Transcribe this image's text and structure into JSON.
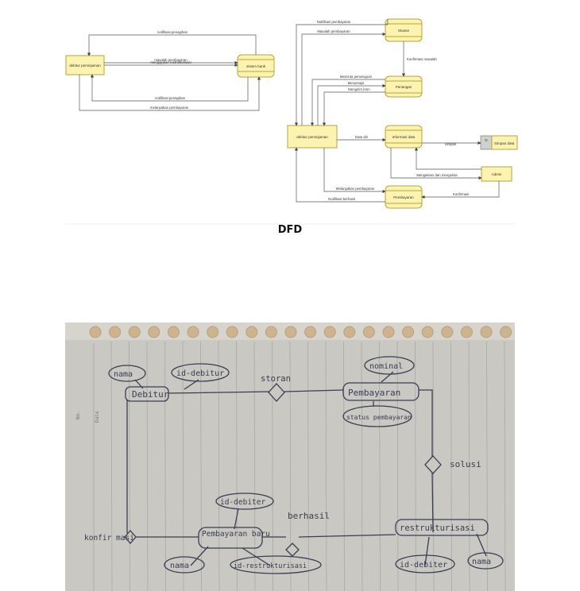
{
  "dfd_left": {
    "entity": "debitur peminjaman",
    "store": "sistem bank",
    "flows": {
      "top": "notifikasi penagihan",
      "mid_top": "masalah pembayaran",
      "mid_bottom": "mengajukan restrukturisasi",
      "bottom1": "notifikasi penagihan",
      "bottom2": "melanjutkan pembayaran"
    }
  },
  "dfd_right": {
    "entity": "debitur peminjaman",
    "processes": {
      "p1": "Stoean",
      "p2": "Penangan",
      "p3": "Informasi data",
      "p4": "Pembayaran"
    },
    "store_id": "D",
    "store_name": "Simpan data",
    "admin": "Admin",
    "flows": {
      "f_notif_top": "Notifikasi pembayaran",
      "f_masalah": "Masalah pembayaran",
      "f_konfirmasi": "Konfirmasi masalah",
      "f_meminta": "Meminta persetujuan",
      "f_menyetujui": "Menyetujui",
      "f_mengirim": "Mengirim form",
      "f_data_diri": "Data diri",
      "f_simpan": "Simpan",
      "f_mengakses": "Mengakses dan mengelola",
      "f_konfirmasi2": "Konfirmasi",
      "f_melanjutkan": "Melanjutkan pembayaran",
      "f_notif_berhasil": "Notifikasi berhasil"
    }
  },
  "caption": "DFD",
  "photo": {
    "margin_no": "No.",
    "margin_date": "Date",
    "entities": {
      "debitur": "Debitur",
      "pembayaran": "Pembayaran",
      "restrukturisasi": "restrukturisasi",
      "pembayaran_baru": "Pembayaran baru"
    },
    "attributes": {
      "nama1": "nama",
      "id_debitur1": "id-debitur",
      "nominal": "nominal",
      "status": "status pembayaran",
      "id_debitur2": "id-debiter",
      "nama2": "nama",
      "id_restrukturisasi": "id-restrukturisasi",
      "id_debitur3": "id-debiter",
      "nama3": "nama"
    },
    "relations": {
      "storan": "storan",
      "solusi": "solusi",
      "berhasil": "berhasil",
      "konfirmasi": "konfir masi"
    },
    "colors": {
      "paper": "#c9c8c2",
      "ink": "#3a3d52",
      "dfd_box": "#fdf3b0",
      "dfd_border": "#b7a33a"
    }
  }
}
